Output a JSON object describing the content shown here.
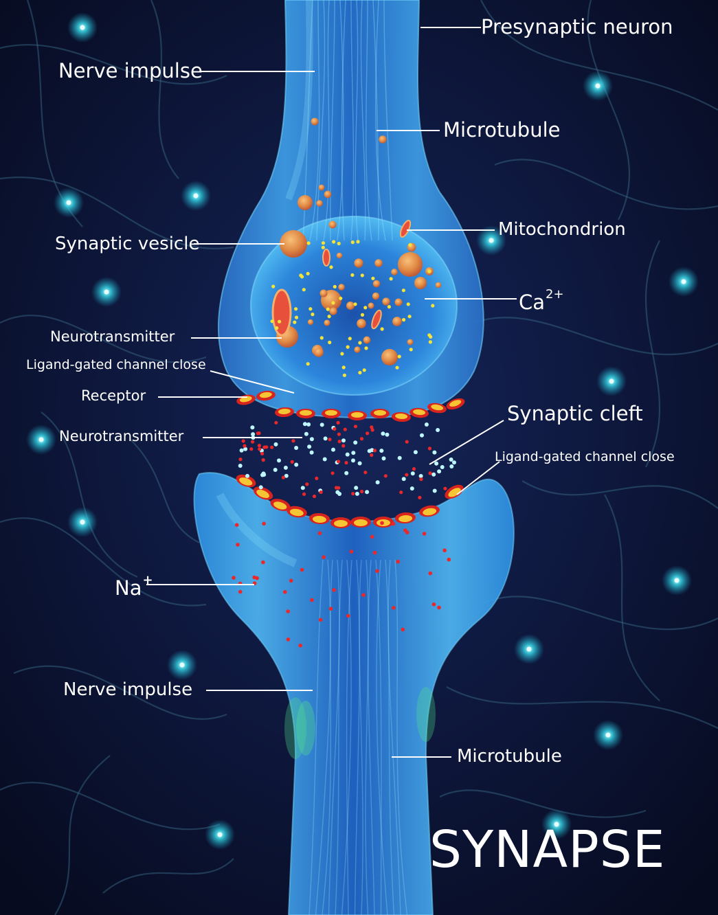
{
  "title": "SYNAPSE",
  "labels": {
    "presynaptic_neuron": "Presynaptic neuron",
    "nerve_impulse_top": "Nerve impulse",
    "microtubule_top": "Microtubule",
    "mitochondrion": "Mitochondrion",
    "synaptic_vesicle": "Synaptic vesicle",
    "ca_ion": "Ca",
    "ca_charge": "2+",
    "neurotransmitter_vesicle": "Neurotransmitter",
    "ligand_gated_left": "Ligand-gated channel close",
    "receptor": "Receptor",
    "synaptic_cleft": "Synaptic cleft",
    "neurotransmitter_cleft": "Neurotransmitter",
    "ligand_gated_right": "Ligand-gated channel close",
    "na_ion": "Na",
    "na_charge": "+",
    "nerve_impulse_bottom": "Nerve impulse",
    "microtubule_bottom": "Microtubule"
  },
  "colors": {
    "background": "#0b1230",
    "neuron_blue": "#2f8fe0",
    "neuron_cyan": "#5fd4f5",
    "vesicle_orange": "#e8954a",
    "ca_dot_yellow": "#f3e23a",
    "na_dot_red": "#e8282a",
    "neurotransmitter_cyan": "#bff7ff",
    "receptor_red": "#d8241e",
    "receptor_yellow": "#f5c534",
    "label_white": "#ffffff"
  }
}
